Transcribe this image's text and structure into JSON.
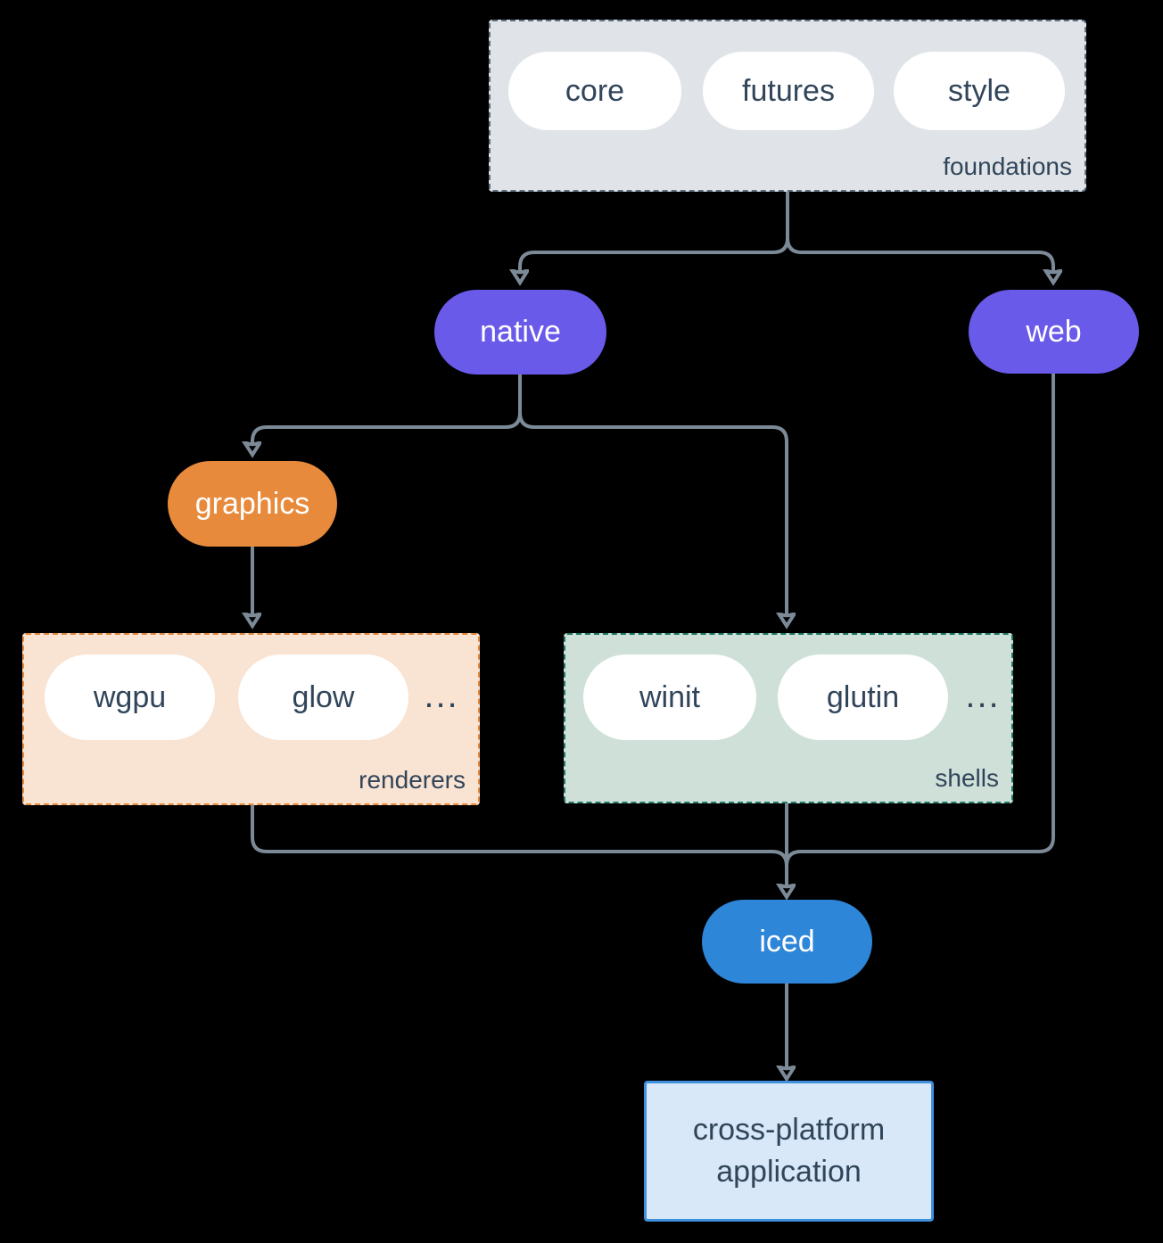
{
  "colors": {
    "background": "#000000",
    "connector": "#7c8a98",
    "dark_text": "#31455a",
    "pill_fill": "#ffffff",
    "purple": "#6a5ae9",
    "orange": "#e78a3c",
    "blue": "#2e86d8",
    "foundations_fill": "#e0e4e8",
    "foundations_border": "#5d7081",
    "renderers_fill": "#f9e3d2",
    "renderers_border": "#e78a3c",
    "shells_fill": "#cfe0d9",
    "shells_border": "#1e7968",
    "application_fill": "#d8e8f8",
    "application_border": "#3f90dd"
  },
  "groups": {
    "foundations": {
      "label": "foundations",
      "pills": [
        "core",
        "futures",
        "style"
      ]
    },
    "renderers": {
      "label": "renderers",
      "pills": [
        "wgpu",
        "glow"
      ],
      "more": "..."
    },
    "shells": {
      "label": "shells",
      "pills": [
        "winit",
        "glutin"
      ],
      "more": "..."
    }
  },
  "nodes": {
    "native": {
      "label": "native"
    },
    "web": {
      "label": "web"
    },
    "graphics": {
      "label": "graphics"
    },
    "iced": {
      "label": "iced"
    },
    "application": {
      "line1": "cross-platform",
      "line2": "application"
    }
  }
}
